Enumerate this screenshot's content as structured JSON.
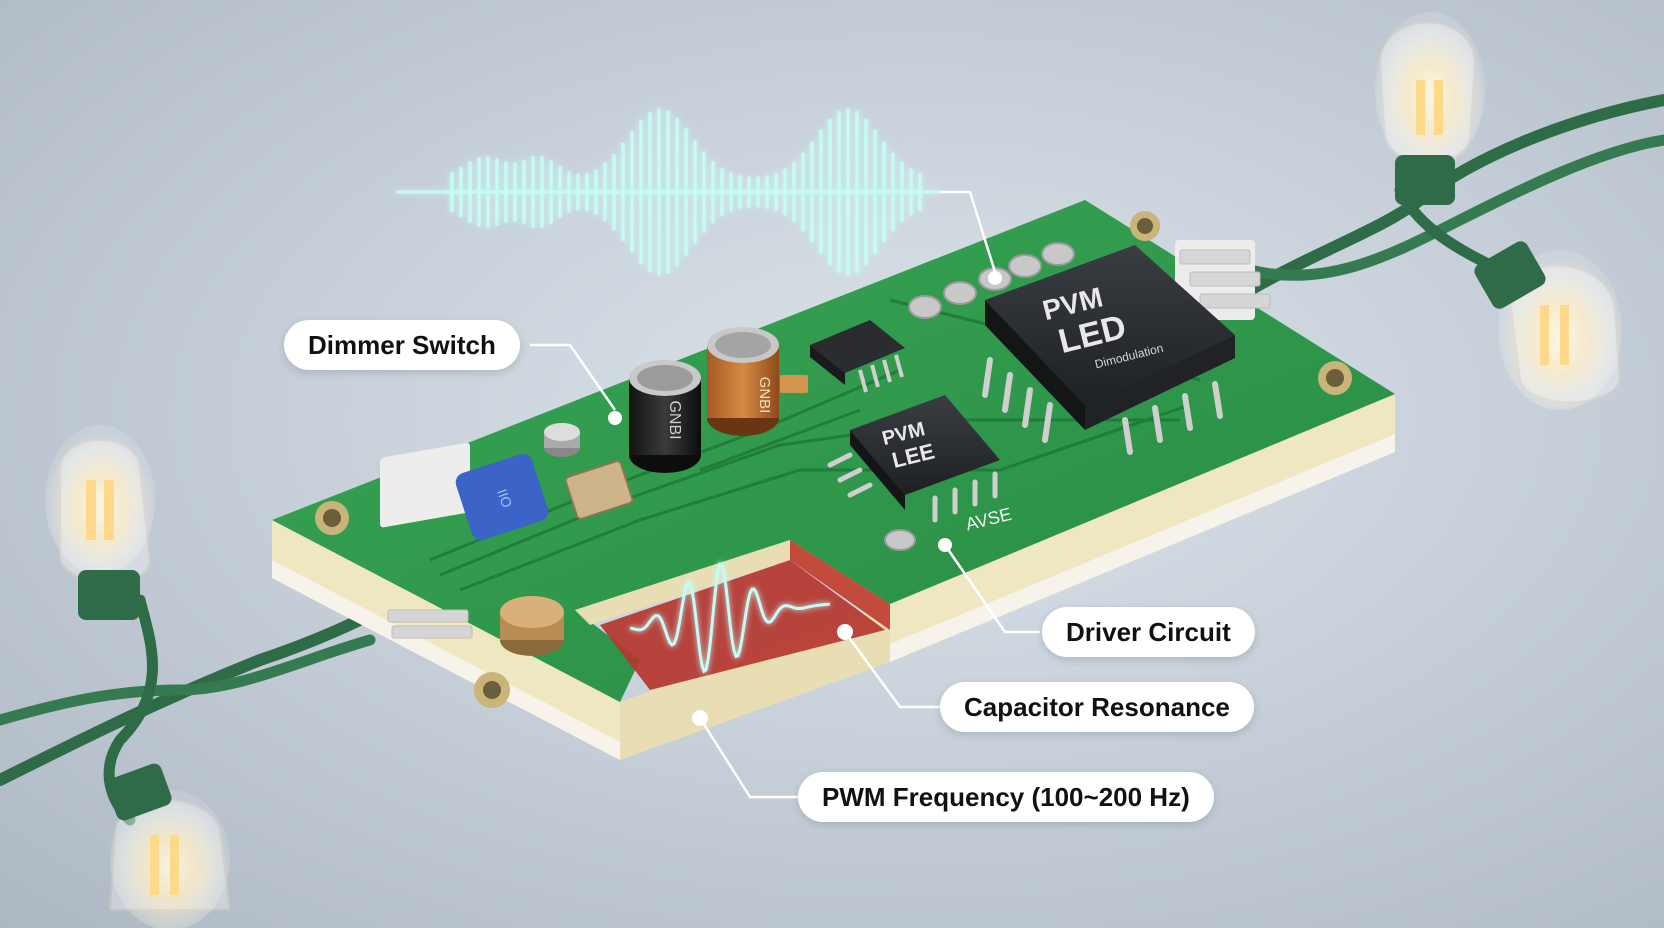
{
  "callouts": {
    "dimmer_switch": "Dimmer Switch",
    "driver_circuit": "Driver Circuit",
    "capacitor_resonance": "Capacitor Resonance",
    "pwm_frequency": "PWM Frequency (100~200 Hz)"
  },
  "chips": {
    "main_line1": "PVM",
    "main_line2": "LED",
    "main_sub": "Dimodulation",
    "secondary_line1": "PVM",
    "secondary_line2": "LEE",
    "board_mark": "AVSE"
  },
  "capacitors": {
    "black_cap_mark": "GNBI",
    "orange_cap_mark": "GNBI",
    "blue_part_mark": "IIO"
  },
  "colors": {
    "pcb_green": "#2f9a4c",
    "pcb_edge": "#efe6c2",
    "glow_cyan": "#c6fbf4",
    "slot_red": "#b5362f"
  }
}
